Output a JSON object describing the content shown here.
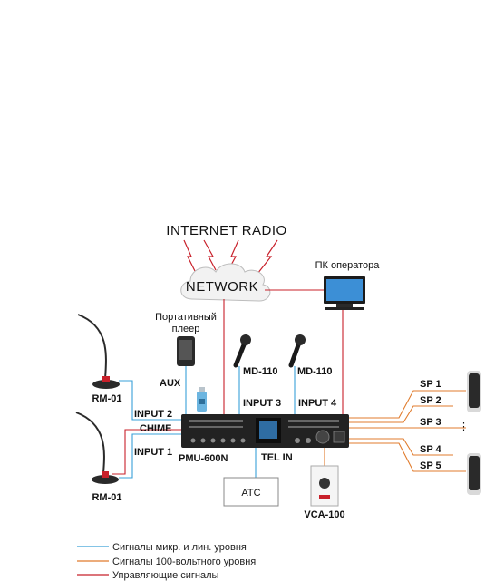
{
  "diagram": {
    "internet_radio": "INTERNET RADIO",
    "network": "NETWORK",
    "operator_pc": "ПК оператора",
    "portable_player": [
      "Портативный",
      "плеер"
    ],
    "aux": "AUX",
    "md110_left": "MD-110",
    "md110_right": "MD-110",
    "rm01_top": "RM-01",
    "rm01_bottom": "RM-01",
    "input2": "INPUT 2",
    "chime": "CHIME",
    "input1": "INPUT 1",
    "input3": "INPUT 3",
    "input4": "INPUT 4",
    "amp_model": "PMU-600N",
    "tel_in": "TEL IN",
    "atc": "АТС",
    "vca": "VCA-100",
    "sp1": "SP 1",
    "sp2": "SP 2",
    "sp3": "SP 3",
    "sp4": "SP 4",
    "sp5": "SP 5",
    "colors": {
      "line_level": "#3aa0d8",
      "speaker_100v": "#e07b2c",
      "control": "#c8202a"
    }
  },
  "legend": {
    "line_level": "Сигналы микр. и лин. уровня",
    "speaker_100v": "Сигналы 100-вольтного уровня",
    "control": "Управляющие сигналы"
  }
}
